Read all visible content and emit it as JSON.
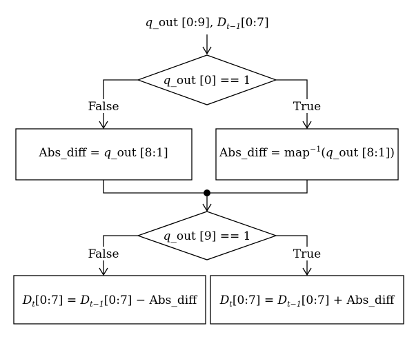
{
  "input": {
    "q_prefix": "q",
    "q_suffix": "_out [0:9], ",
    "D": "D",
    "D_sub": "t−1",
    "D_suffix": "[0:7]"
  },
  "decision1": {
    "q_prefix": "q",
    "rest": "_out [0] == 1",
    "false_label": "False",
    "true_label": "True"
  },
  "box_left1": {
    "lhs": "Abs_diff = ",
    "q": "q",
    "rest": "_out [8:1]"
  },
  "box_right1": {
    "lhs": "Abs_diff = map",
    "sup": "−1",
    "open": "(",
    "q": "q",
    "rest": "_out [8:1])"
  },
  "decision2": {
    "q_prefix": "q",
    "rest": "_out [9] == 1",
    "false_label": "False",
    "true_label": "True"
  },
  "box_left2": {
    "D": "D",
    "sub_t": "t",
    "mid": "[0:7] = ",
    "D2": "D",
    "sub_t1": "t−1",
    "tail": "[0:7] − Abs_diff"
  },
  "box_right2": {
    "D": "D",
    "sub_t": "t",
    "mid": "[0:7] = ",
    "D2": "D",
    "sub_t1": "t−1",
    "tail": "[0:7] + Abs_diff"
  }
}
